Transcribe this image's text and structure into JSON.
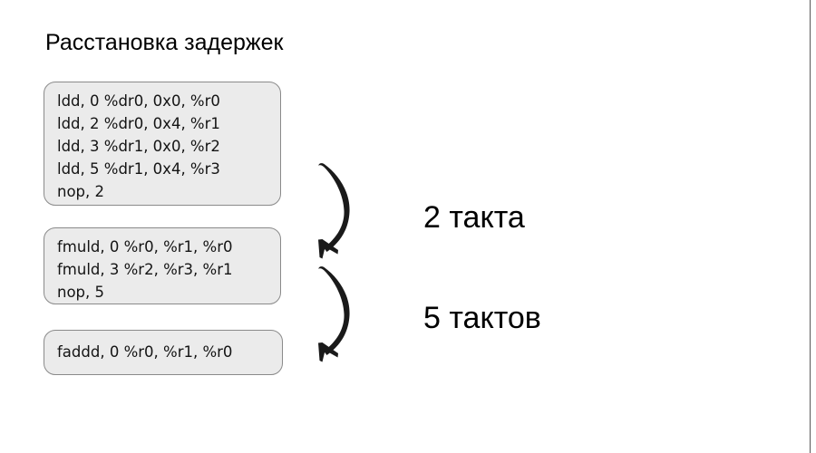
{
  "slide": {
    "title": "Расстановка задержек",
    "background_color": "#ffffff",
    "rule_color": "#585858"
  },
  "code_blocks": [
    {
      "id": "block-1",
      "lines": [
        "ldd, 0 %dr0, 0x0, %r0",
        "ldd, 2 %dr0, 0x4, %r1",
        "ldd, 3 %dr1, 0x0, %r2",
        "ldd, 5 %dr1, 0x4, %r3",
        "nop, 2"
      ]
    },
    {
      "id": "block-2",
      "lines": [
        "fmuld, 0 %r0, %r1, %r0",
        "fmuld, 3 %r2, %r3, %r1",
        "nop, 5"
      ]
    },
    {
      "id": "block-3",
      "lines": [
        "faddd, 0 %r0, %r1, %r0"
      ]
    }
  ],
  "annotations": {
    "fill_color": "#ebebeb",
    "border_color": "#8a8a8a",
    "arrow_color": "#1a1a1a",
    "latency_1": "2 такта",
    "latency_2": "5 тактов"
  }
}
